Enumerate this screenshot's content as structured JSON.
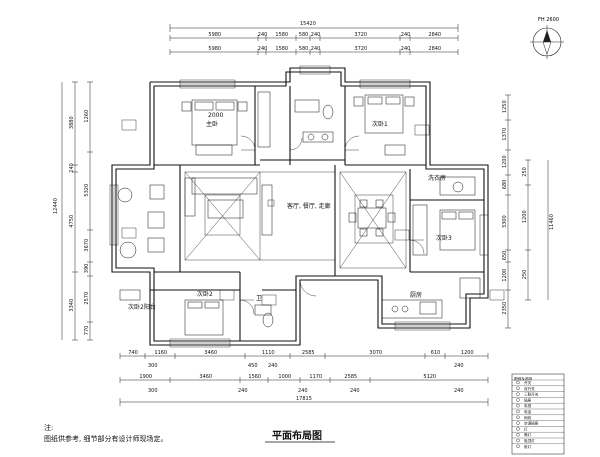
{
  "title": "平面布局图",
  "notes": {
    "head": "注:",
    "body": "图纸供参考, 细节部分有设计师现场定。"
  },
  "compass": {
    "label": "FH 2600"
  },
  "rooms": {
    "master": "主卧",
    "master_tag": "2000",
    "sec1": "次卧1",
    "living": "客厅, 餐厅, 走廊",
    "laundry": "洗衣房",
    "sec3": "次卧3",
    "sec2": "次卧2",
    "sec2_balcony": "次卧2阳台",
    "kitchen": "厨房",
    "wc": "卫"
  },
  "dims": {
    "top_total": "15420",
    "top1": [
      "5980",
      "240",
      "1580",
      "580",
      "240",
      "3720",
      "240",
      "2840"
    ],
    "top2": [
      "5980",
      "240",
      "1580",
      "580",
      "240",
      "3720",
      "240",
      "2840"
    ],
    "left_outer": [
      "3880",
      "240",
      "4750",
      "3340"
    ],
    "left_total": "12440",
    "left_inner": [
      "1260",
      "5320",
      "3670",
      "390",
      "2570",
      "770"
    ],
    "right_inner": [
      "1250",
      "1370",
      "1200",
      "680",
      "3300",
      "650",
      "1200",
      "2350"
    ],
    "right_outer": [
      "250",
      "1200",
      "250"
    ],
    "right_total": "11460",
    "bot1": [
      "740",
      "1160",
      "3460",
      "1110",
      "2585",
      "3070",
      "610",
      "1200"
    ],
    "bot1b": [
      "300",
      "450",
      "240",
      "240"
    ],
    "bot2": [
      "1900",
      "3460",
      "1560",
      "1000",
      "1170",
      "2585",
      "5120"
    ],
    "bot2b": [
      "300",
      "240",
      "240",
      "240",
      "240"
    ],
    "bot_total": "17815"
  },
  "legend": {
    "title": "图例及说明",
    "items": [
      "开关",
      "双开关",
      "三联开关",
      "插座",
      "电视",
      "电话",
      "网线",
      "空调插座",
      "灯",
      "筒灯",
      "吸顶灯",
      "射灯"
    ]
  }
}
